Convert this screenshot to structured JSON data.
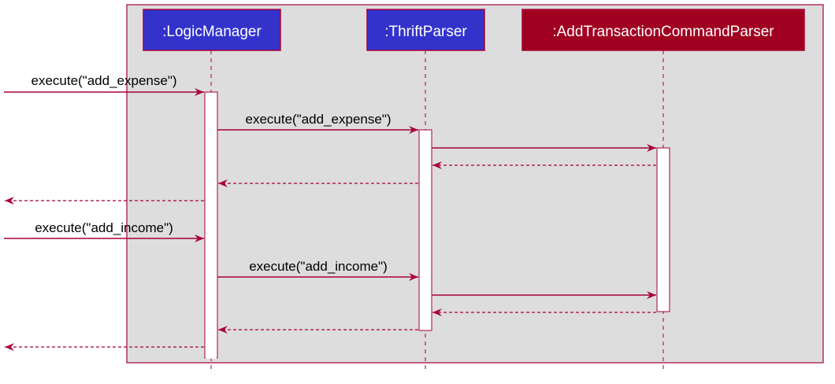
{
  "participants": [
    {
      "id": "logic",
      "label": ":LogicManager",
      "fill": "#3333cc"
    },
    {
      "id": "thrift",
      "label": ":ThriftParser",
      "fill": "#3333cc"
    },
    {
      "id": "atcp",
      "label": ":AddTransactionCommandParser",
      "fill": "#a00020"
    }
  ],
  "messages": [
    {
      "label": "execute(\"add_expense\")"
    },
    {
      "label": "execute(\"add_expense\")"
    },
    {
      "label": ""
    },
    {
      "label": ""
    },
    {
      "label": ""
    },
    {
      "label": ""
    },
    {
      "label": "execute(\"add_income\")"
    },
    {
      "label": "execute(\"add_income\")"
    },
    {
      "label": ""
    },
    {
      "label": ""
    },
    {
      "label": ""
    },
    {
      "label": ""
    }
  ],
  "colors": {
    "line": "#a80036",
    "frame_fill": "#dddddd",
    "activation_fill": "#ffffff",
    "participant_text": "#ffffff",
    "message_text": "#000000"
  }
}
